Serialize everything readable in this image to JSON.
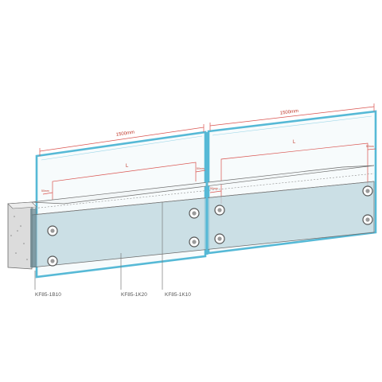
{
  "dimensions": {
    "panel_left_width": "1500mm",
    "panel_right_width": "1500mm",
    "spacing_left": "L",
    "spacing_right": "L",
    "offset_left_a": "50mm",
    "offset_left_b": "50mm",
    "offset_right_a": "50mm",
    "offset_right_b": "50mm"
  },
  "callouts": {
    "end_cap": "KF85-1B10",
    "base_channel": "KF85-1K20",
    "glass_panel": "KF85-1K10"
  },
  "colors": {
    "glass_edge": "#56b9d6",
    "dimension_lines": "#d9534f",
    "channel_fill": "#bcd6dd"
  }
}
